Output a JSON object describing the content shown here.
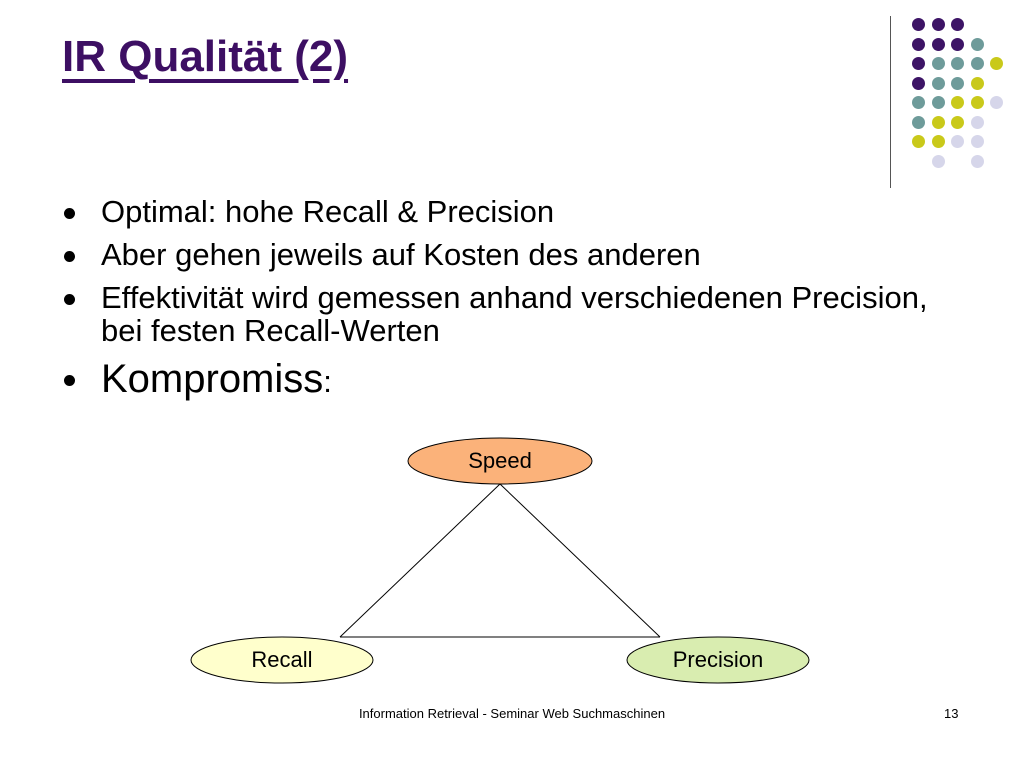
{
  "slide": {
    "title": "IR Qualität (2)",
    "bullets": [
      {
        "text": "Optimal: hohe Recall & Precision"
      },
      {
        "text": "Aber gehen jeweils auf Kosten des anderen"
      },
      {
        "text": "Effektivität wird gemessen anhand verschiedenen Precision, bei festen Recall-Werten"
      }
    ],
    "emphasis_bullet": {
      "text": "Kompromiss",
      "suffix": ":"
    }
  },
  "diagram": {
    "nodes": {
      "speed": {
        "label": "Speed",
        "color": "#fbb27a"
      },
      "recall": {
        "label": "Recall",
        "color": "#ffffcc"
      },
      "precision": {
        "label": "Precision",
        "color": "#d9edb0"
      }
    }
  },
  "footer": {
    "text": "Information Retrieval - Seminar Web Suchmaschinen",
    "page_number": "13"
  },
  "theme": {
    "title_color": "#3d0f63",
    "dot_colors": [
      "#3d1466",
      "#6e9b9a",
      "#c9c91a",
      "#d6d6ea"
    ]
  }
}
